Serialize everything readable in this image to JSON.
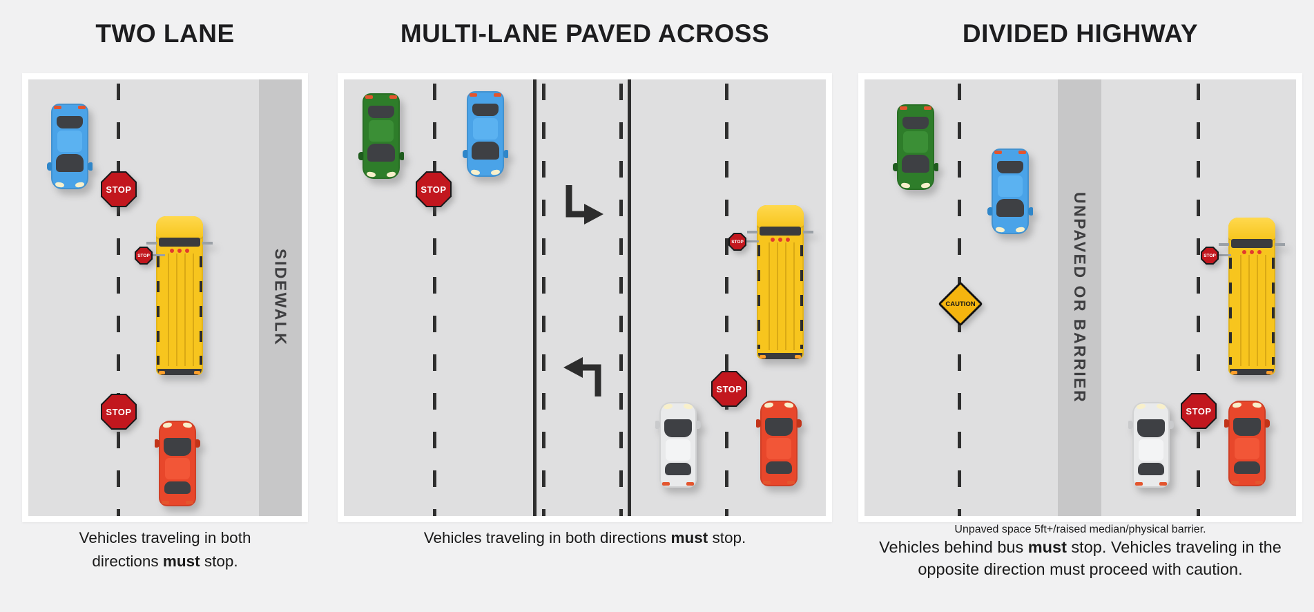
{
  "page": {
    "background": "#f1f1f2",
    "type": "school-bus-stopping-rules-infographic"
  },
  "signs": {
    "stop": "STOP",
    "caution": "CAUTION"
  },
  "colors": {
    "road": "#dfdfe0",
    "strip": "#c7c7c8",
    "frame": "#ffffff",
    "lane_marking": "#2e2e2e",
    "bus_yellow": "#f7c51e",
    "stop_sign_red": "#c2171e",
    "caution_yellow": "#f5b50f",
    "car_blue": "#4aa3e8",
    "car_green": "#2e7d2a",
    "car_red": "#e8472b",
    "car_white": "#e9eaeb"
  },
  "panels": [
    {
      "title": "TWO LANE",
      "side_label": "SIDEWALK",
      "vehicles": [
        {
          "type": "car",
          "color": "blue",
          "direction": "down"
        },
        {
          "type": "school-bus",
          "color": "yellow",
          "direction": "up",
          "stop_arm_extended": true
        },
        {
          "type": "car",
          "color": "red",
          "direction": "up"
        }
      ],
      "road_signs": [
        "stop-sign-oncoming",
        "stop-sign-following"
      ],
      "caption": {
        "line1": "Vehicles traveling in both",
        "line2_pre": "directions ",
        "line2_bold": "must",
        "line2_post": " stop."
      }
    },
    {
      "title": "MULTI-LANE PAVED ACROSS",
      "center_lane": "two-way-left-turn-lane",
      "vehicles": [
        {
          "type": "car",
          "color": "green",
          "direction": "down"
        },
        {
          "type": "car",
          "color": "blue",
          "direction": "down"
        },
        {
          "type": "school-bus",
          "color": "yellow",
          "direction": "up",
          "stop_arm_extended": true
        },
        {
          "type": "car",
          "color": "white",
          "direction": "up"
        },
        {
          "type": "car",
          "color": "red",
          "direction": "up"
        }
      ],
      "road_signs": [
        "stop-sign-oncoming",
        "stop-sign-following"
      ],
      "caption": {
        "pre": "Vehicles traveling in both directions ",
        "bold": "must",
        "post": " stop."
      }
    },
    {
      "title": "DIVIDED HIGHWAY",
      "median_label": "UNPAVED OR BARRIER",
      "note": "Unpaved space 5ft+/raised median/physical barrier.",
      "vehicles": [
        {
          "type": "car",
          "color": "green",
          "direction": "down"
        },
        {
          "type": "car",
          "color": "blue",
          "direction": "down"
        },
        {
          "type": "school-bus",
          "color": "yellow",
          "direction": "up",
          "stop_arm_extended": true
        },
        {
          "type": "car",
          "color": "white",
          "direction": "up"
        },
        {
          "type": "car",
          "color": "red",
          "direction": "up"
        }
      ],
      "road_signs": [
        "caution-sign-oncoming",
        "stop-sign-following"
      ],
      "caption": {
        "line1_pre": "Vehicles behind bus ",
        "line1_bold": "must",
        "line1_post": " stop. Vehicles traveling in the",
        "line2": "opposite direction must proceed with caution."
      }
    }
  ]
}
